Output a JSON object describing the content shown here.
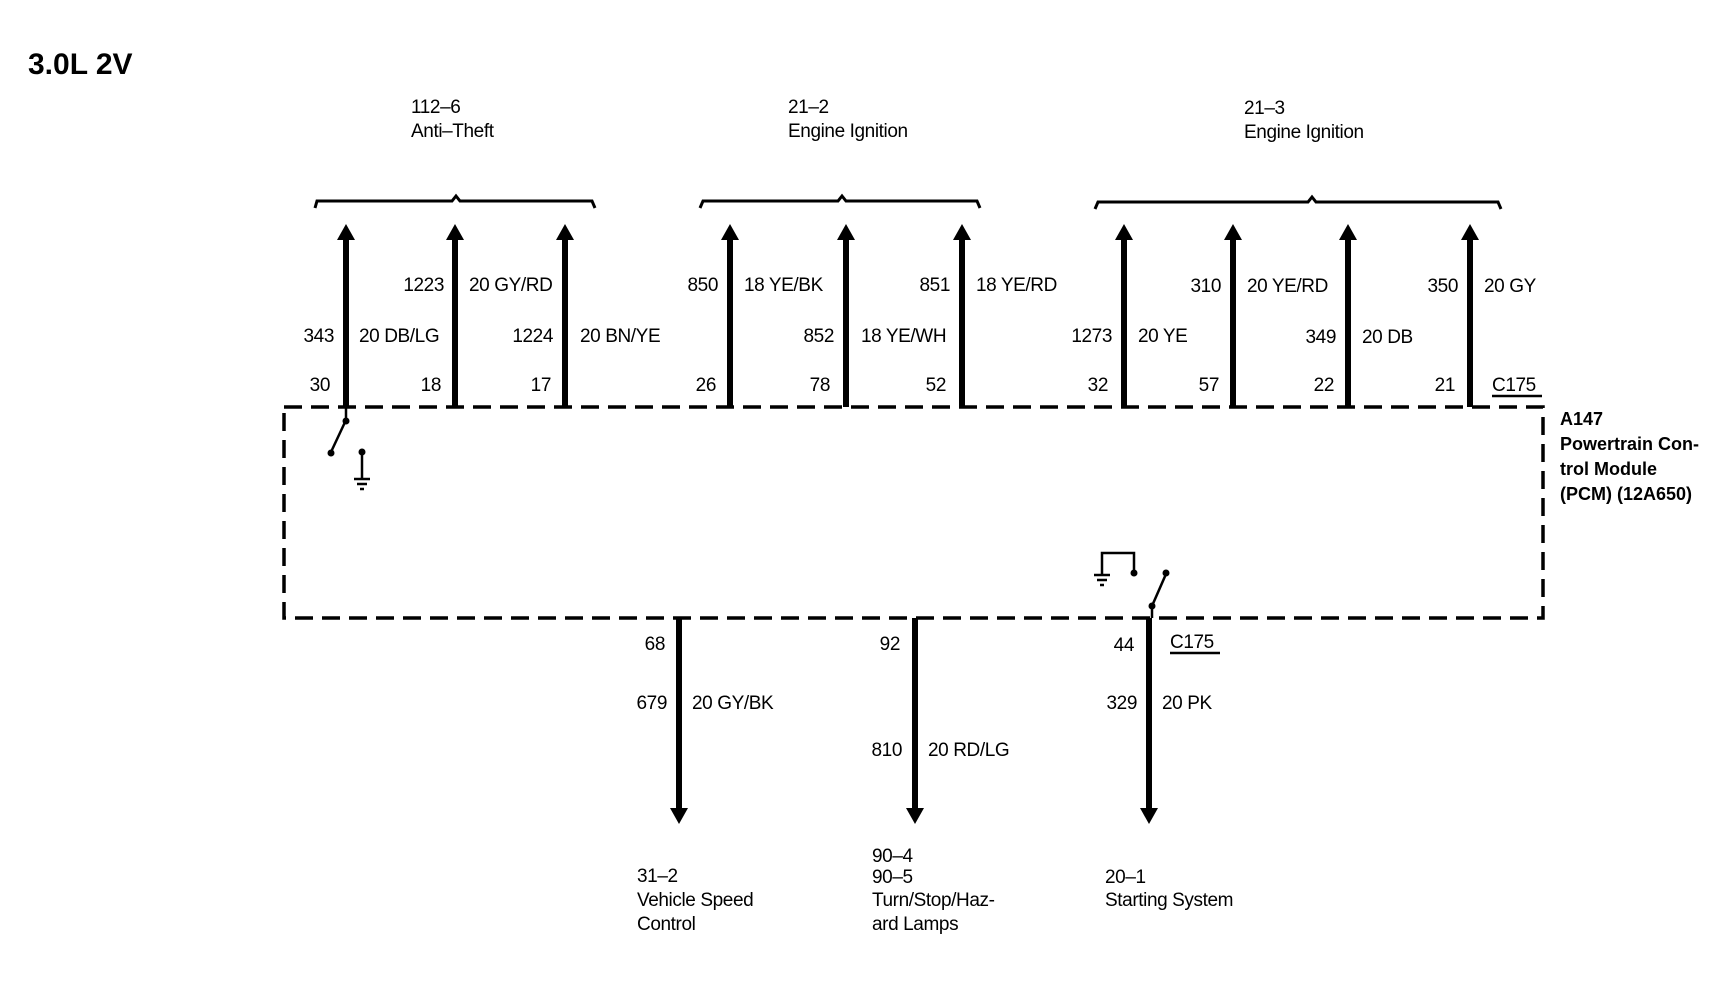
{
  "title": "3.0L 2V",
  "module": {
    "id": "A147",
    "name_line1": "Powertrain Con-",
    "name_line2": "trol Module",
    "name_line3": "(PCM) (12A650)",
    "connector_top": "C175",
    "connector_bottom": "C175"
  },
  "top_groups": [
    {
      "ref": "112–6",
      "name": "Anti–Theft"
    },
    {
      "ref": "21–2",
      "name": "Engine Ignition"
    },
    {
      "ref": "21–3",
      "name": "Engine Ignition"
    }
  ],
  "top_wires": [
    {
      "pin": "30",
      "circuit": "343",
      "color": "20 DB/LG"
    },
    {
      "pin": "18",
      "circuit": "1223",
      "color": "20 GY/RD"
    },
    {
      "pin": "17",
      "circuit": "1224",
      "color": "20 BN/YE"
    },
    {
      "pin": "26",
      "circuit": "850",
      "color": "18 YE/BK"
    },
    {
      "pin": "78",
      "circuit": "852",
      "color": "18 YE/WH"
    },
    {
      "pin": "52",
      "circuit": "851",
      "color": "18 YE/RD"
    },
    {
      "pin": "32",
      "circuit": "1273",
      "color": "20 YE"
    },
    {
      "pin": "57",
      "circuit": "310",
      "color": "20 YE/RD"
    },
    {
      "pin": "22",
      "circuit": "349",
      "color": "20 DB"
    },
    {
      "pin": "21",
      "circuit": "350",
      "color": "20 GY"
    }
  ],
  "bottom_wires": [
    {
      "pin": "68",
      "circuit": "679",
      "color": "20 GY/BK",
      "dest": [
        "31–2",
        "Vehicle Speed",
        "Control"
      ]
    },
    {
      "pin": "92",
      "circuit": "810",
      "color": "20 RD/LG",
      "dest": [
        "90–4",
        "90–5",
        "Turn/Stop/Haz-",
        "ard Lamps"
      ]
    },
    {
      "pin": "44",
      "circuit": "329",
      "color": "20 PK",
      "dest": [
        "20–1",
        "Starting System"
      ]
    }
  ]
}
